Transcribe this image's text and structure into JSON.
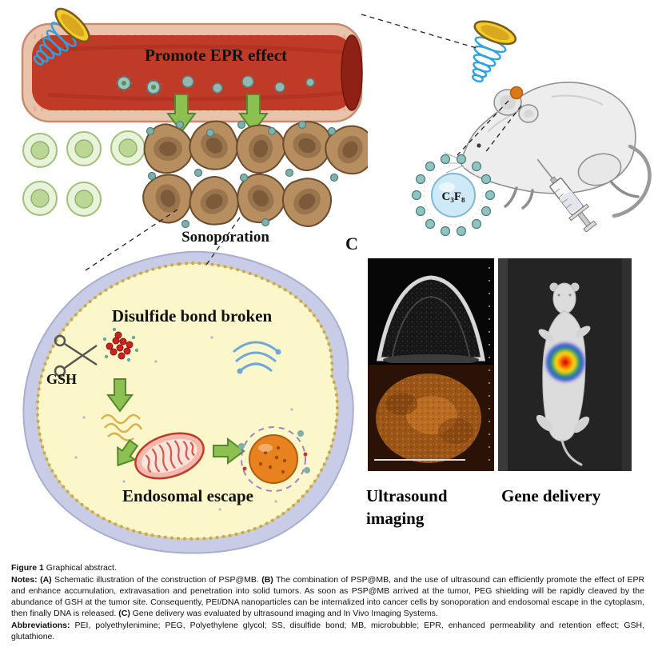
{
  "figure": {
    "panel_b": {
      "epr_label": "Promote EPR effect",
      "sonoporation_label": "Sonoporation"
    },
    "panel_a": {
      "bubble_core_label": "C₃F₈"
    },
    "panel_cell": {
      "disulfide_label": "Disulfide bond broken",
      "gsh_label": "GSH",
      "endosomal_label": "Endosomal escape"
    },
    "panel_c": {
      "panel_letter": "C",
      "ultrasound_label": "Ultrasound imaging",
      "gene_delivery_label": "Gene delivery"
    }
  },
  "caption": {
    "figure_label": "Figure 1",
    "figure_title": "Graphical abstract.",
    "notes_label": "Notes:",
    "note_a_label": "(A)",
    "note_a_text": "Schematic illustration of the construction of PSP@MB.",
    "note_b_label": "(B)",
    "note_b_text": "The combination of PSP@MB, and the use of ultrasound can efficiently promote the effect of EPR and enhance accumulation, extravasation and penetration into solid tumors. As soon as PSP@MB arrived at the tumor, PEG shielding will be rapidly cleaved by the abundance of GSH at the tumor site. Consequently, PEI/DNA nanoparticles can be internalized into cancer cells by sonoporation and endosomal escape in the cytoplasm, then finally DNA is released.",
    "note_c_label": "(C)",
    "note_c_text": "Gene delivery was evaluated by ultrasound imaging and In Vivo Imaging Systems.",
    "abbreviations_label": "Abbreviations:",
    "abbreviations_text": "PEI, polyethylenimine; PEG, Polyethylene glycol; SS, disulfide bond; MB, microbubble; EPR, enhanced permeability and retention effect; GSH, glutathione."
  },
  "colors": {
    "arrow_green": "#8cc152",
    "vessel_red": "#c03a28",
    "microbubble_teal": "#8fc4c0",
    "tumor_orange": "#e07818",
    "cytoplasm_yellow": "#fbf7cb",
    "membrane_lavender": "#c9cce6",
    "heatmap_scale": [
      "#dd0000",
      "#ff7a00",
      "#ffdf00",
      "#00a04a",
      "#2b3fd0"
    ]
  }
}
